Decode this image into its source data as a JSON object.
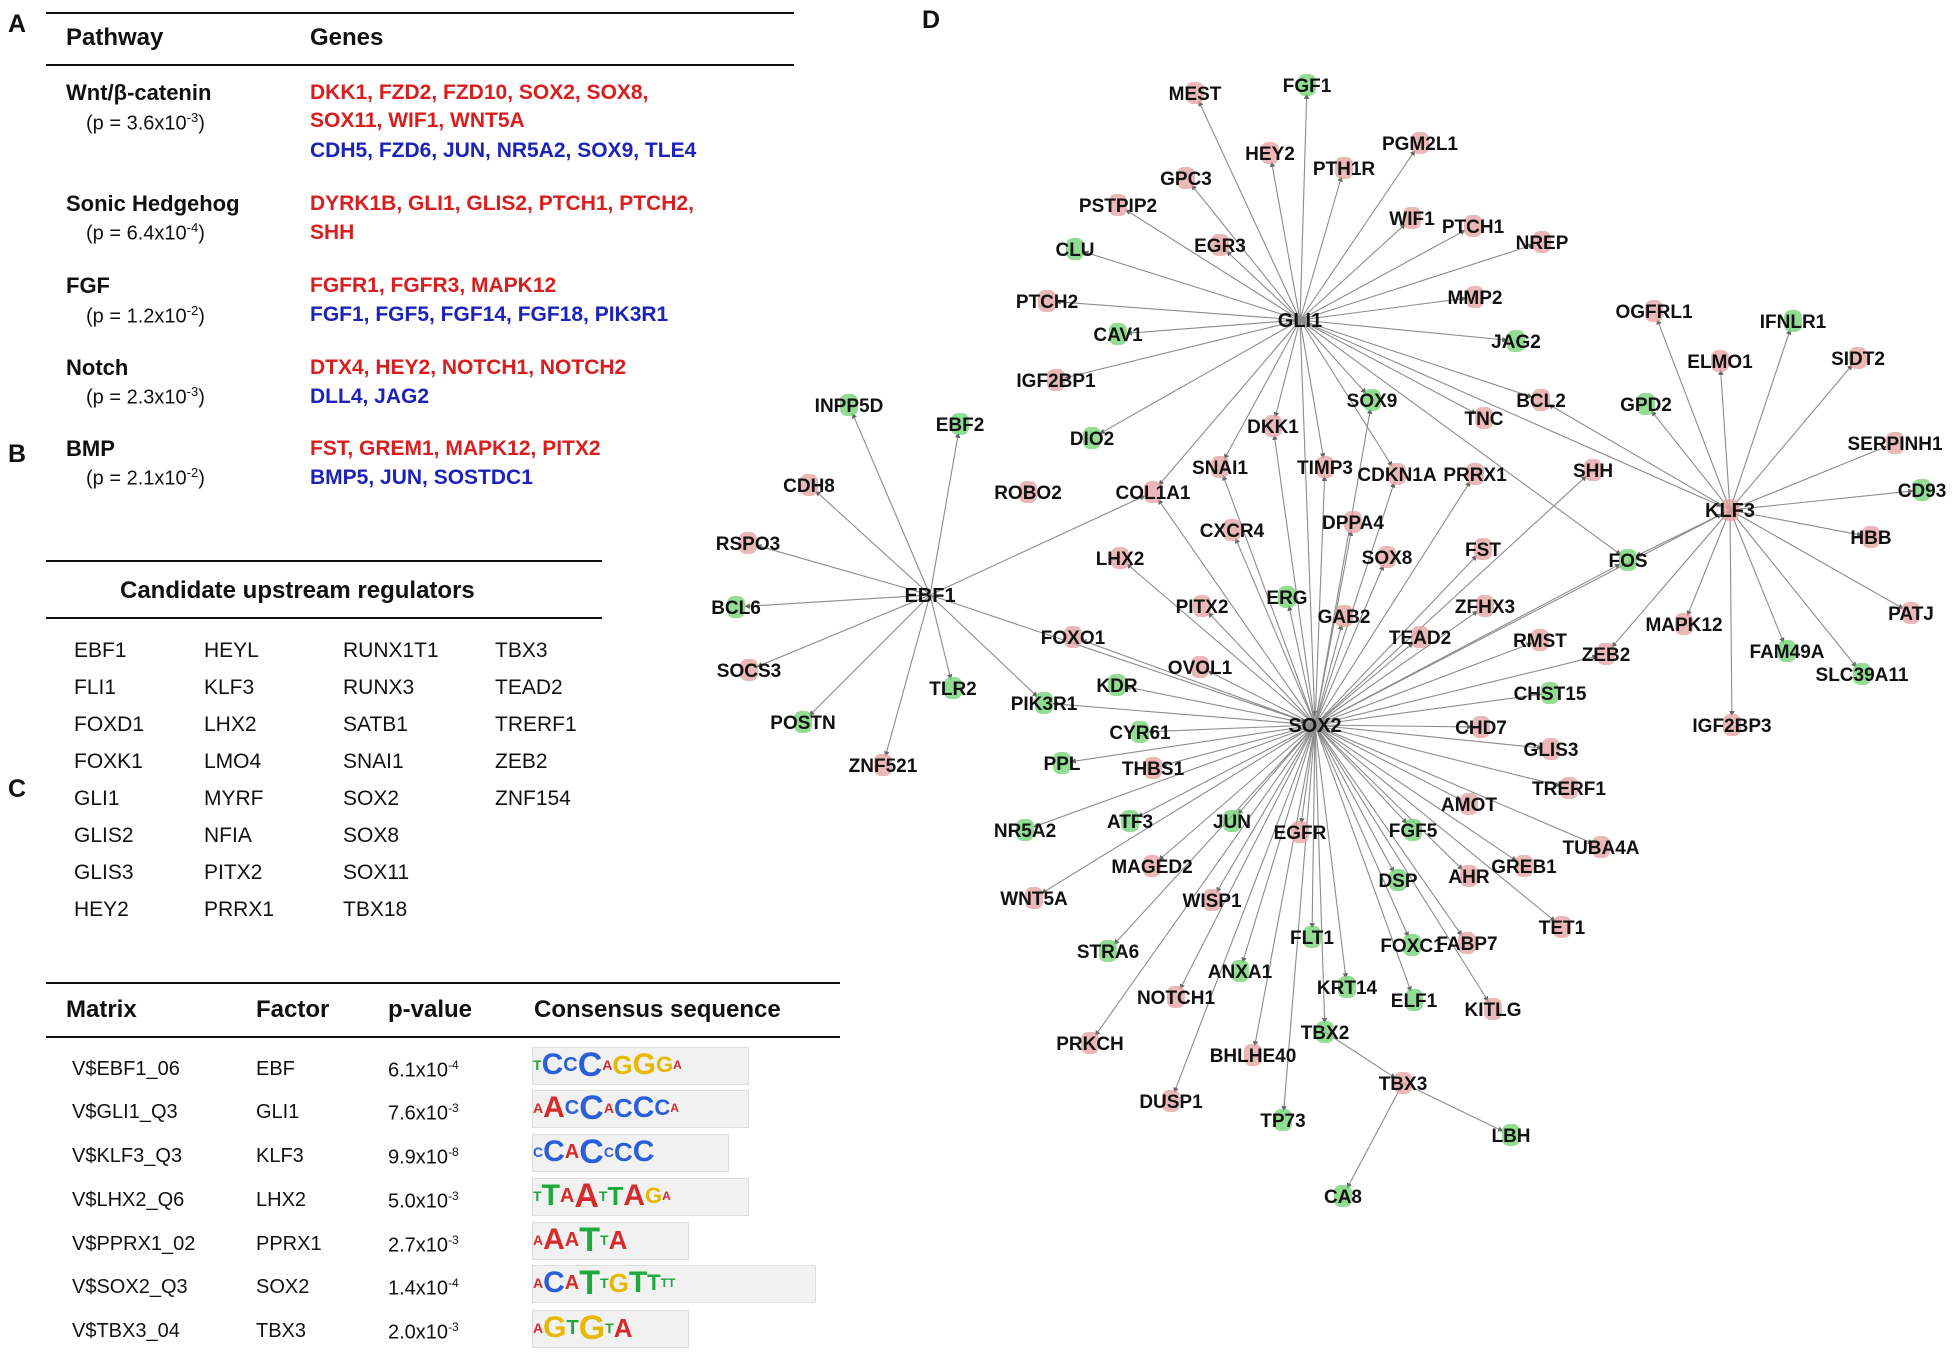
{
  "panels": {
    "a": "A",
    "b": "B",
    "c": "C",
    "d": "D"
  },
  "pathways": {
    "header": {
      "pathway": "Pathway",
      "genes": "Genes"
    },
    "rows": [
      {
        "name": "Wnt/β-catenin",
        "p": "(p = 3.6x10",
        "exp": "-3",
        "close": ")",
        "lines": [
          {
            "color": "red",
            "text": "DKK1, FZD2, FZD10, SOX2, SOX8,"
          },
          {
            "color": "red",
            "text": "SOX11, WIF1, WNT5A"
          },
          {
            "color": "blue",
            "text": "CDH5, FZD6, JUN, NR5A2, SOX9, TLE4"
          }
        ]
      },
      {
        "name": "Sonic Hedgehog",
        "p": "(p = 6.4x10",
        "exp": "-4",
        "close": ")",
        "lines": [
          {
            "color": "red",
            "text": "DYRK1B, GLI1, GLIS2, PTCH1, PTCH2,"
          },
          {
            "color": "red",
            "text": "SHH"
          }
        ]
      },
      {
        "name": "FGF",
        "p": "(p = 1.2x10",
        "exp": "-2",
        "close": ")",
        "lines": [
          {
            "color": "red",
            "text": "FGFR1, FGFR3, MAPK12"
          },
          {
            "color": "blue",
            "text": "FGF1, FGF5, FGF14, FGF18, PIK3R1"
          }
        ]
      },
      {
        "name": "Notch",
        "p": "(p = 2.3x10",
        "exp": "-3",
        "close": ")",
        "lines": [
          {
            "color": "red",
            "text": "DTX4, HEY2, NOTCH1, NOTCH2"
          },
          {
            "color": "blue",
            "text": "DLL4, JAG2"
          }
        ]
      },
      {
        "name": "BMP",
        "p": "(p = 2.1x10",
        "exp": "-2",
        "close": ")",
        "lines": [
          {
            "color": "red",
            "text": "FST, GREM1, MAPK12, PITX2"
          },
          {
            "color": "blue",
            "text": "BMP5, JUN, SOSTDC1"
          }
        ]
      }
    ]
  },
  "regulators": {
    "title": "Candidate upstream regulators",
    "columns": [
      [
        "EBF1",
        "FLI1",
        "FOXD1",
        "FOXK1",
        "GLI1",
        "GLIS2",
        "GLIS3",
        "HEY2"
      ],
      [
        "HEYL",
        "KLF3",
        "LHX2",
        "LMO4",
        "MYRF",
        "NFIA",
        "PITX2",
        "PRRX1"
      ],
      [
        "RUNX1T1",
        "RUNX3",
        "SATB1",
        "SNAI1",
        "SOX2",
        "SOX8",
        "SOX11",
        "TBX18"
      ],
      [
        "TBX3",
        "TEAD2",
        "TRERF1",
        "ZEB2",
        "ZNF154"
      ]
    ]
  },
  "motifs": {
    "header": {
      "matrix": "Matrix",
      "factor": "Factor",
      "pvalue": "p-value",
      "consensus": "Consensus sequence"
    },
    "rows": [
      {
        "matrix": "V$EBF1_06",
        "factor": "EBF",
        "p": "6.1x10",
        "exp": "-4",
        "logo": "TCCCAGGGA"
      },
      {
        "matrix": "V$GLI1_Q3",
        "factor": "GLI1",
        "p": "7.6x10",
        "exp": "-3",
        "logo": "AACCACCCA"
      },
      {
        "matrix": "V$KLF3_Q3",
        "factor": "KLF3",
        "p": "9.9x10",
        "exp": "-8",
        "logo": "CCACCCC"
      },
      {
        "matrix": "V$LHX2_Q6",
        "factor": "LHX2",
        "p": "5.0x10",
        "exp": "-3",
        "logo": "TTAATTAGA"
      },
      {
        "matrix": "V$PPRX1_02",
        "factor": "PPRX1",
        "p": "2.7x10",
        "exp": "-3",
        "logo": "AAATTA"
      },
      {
        "matrix": "V$SOX2_Q3",
        "factor": "SOX2",
        "p": "1.4x10",
        "exp": "-4",
        "logo": "ACATTGTTTT"
      },
      {
        "matrix": "V$TBX3_04",
        "factor": "TBX3",
        "p": "2.0x10",
        "exp": "-3",
        "logo": "AGTGTA"
      }
    ]
  },
  "network": {
    "colors": {
      "edge": "#8c8c8c",
      "up": "#e3a0a0",
      "down": "#6fd06f"
    },
    "nodes": [
      {
        "id": "GLI1",
        "hub": true
      },
      {
        "id": "SOX2",
        "hub": true
      },
      {
        "id": "EBF1",
        "hub": true
      },
      {
        "id": "KLF3",
        "hub": true,
        "reg": "up"
      },
      {
        "id": "MEST",
        "reg": "up"
      },
      {
        "id": "FGF1",
        "reg": "down"
      },
      {
        "id": "HEY2",
        "reg": "up"
      },
      {
        "id": "PTH1R",
        "reg": "up"
      },
      {
        "id": "PGM2L1",
        "reg": "up"
      },
      {
        "id": "GPC3",
        "reg": "up"
      },
      {
        "id": "PSTPIP2",
        "reg": "up"
      },
      {
        "id": "EGR3",
        "reg": "up"
      },
      {
        "id": "WIF1",
        "reg": "up"
      },
      {
        "id": "PTCH1",
        "reg": "up"
      },
      {
        "id": "NREP",
        "reg": "up"
      },
      {
        "id": "CLU",
        "reg": "down"
      },
      {
        "id": "MMP2",
        "reg": "up"
      },
      {
        "id": "PTCH2",
        "reg": "up"
      },
      {
        "id": "JAG2",
        "reg": "down"
      },
      {
        "id": "CAV1",
        "reg": "down"
      },
      {
        "id": "IGF2BP1",
        "reg": "up"
      },
      {
        "id": "SOX9",
        "reg": "down"
      },
      {
        "id": "TNC",
        "reg": "up"
      },
      {
        "id": "BCL2",
        "reg": "up"
      },
      {
        "id": "DKK1",
        "reg": "up"
      },
      {
        "id": "DIO2",
        "reg": "down"
      },
      {
        "id": "SNAI1",
        "reg": "up"
      },
      {
        "id": "TIMP3",
        "reg": "up"
      },
      {
        "id": "CDKN1A",
        "reg": "up"
      },
      {
        "id": "PRRX1",
        "reg": "up"
      },
      {
        "id": "SHH",
        "reg": "up"
      },
      {
        "id": "COL1A1",
        "reg": "up"
      },
      {
        "id": "ROBO2",
        "reg": "up"
      },
      {
        "id": "CXCR4",
        "reg": "up"
      },
      {
        "id": "DPPA4",
        "reg": "up"
      },
      {
        "id": "LHX2",
        "reg": "up"
      },
      {
        "id": "SOX8",
        "reg": "up"
      },
      {
        "id": "FST",
        "reg": "up"
      },
      {
        "id": "FOS",
        "reg": "down"
      },
      {
        "id": "ERG",
        "reg": "down"
      },
      {
        "id": "PITX2",
        "reg": "up"
      },
      {
        "id": "GAB2",
        "reg": "up"
      },
      {
        "id": "ZFHX3",
        "reg": "up"
      },
      {
        "id": "TEAD2",
        "reg": "up"
      },
      {
        "id": "RMST",
        "reg": "up"
      },
      {
        "id": "ZEB2",
        "reg": "up"
      },
      {
        "id": "FOXO1",
        "reg": "up"
      },
      {
        "id": "OVOL1",
        "reg": "up"
      },
      {
        "id": "KDR",
        "reg": "down"
      },
      {
        "id": "PIK3R1",
        "reg": "down"
      },
      {
        "id": "CHST15",
        "reg": "down"
      },
      {
        "id": "CHD7",
        "reg": "up"
      },
      {
        "id": "CYR61",
        "reg": "down"
      },
      {
        "id": "PPL",
        "reg": "down"
      },
      {
        "id": "THBS1",
        "reg": "up"
      },
      {
        "id": "GLIS3",
        "reg": "up"
      },
      {
        "id": "TRERF1",
        "reg": "up"
      },
      {
        "id": "AMOT",
        "reg": "up"
      },
      {
        "id": "NR5A2",
        "reg": "down"
      },
      {
        "id": "ATF3",
        "reg": "down"
      },
      {
        "id": "JUN",
        "reg": "down"
      },
      {
        "id": "EGFR",
        "reg": "up"
      },
      {
        "id": "FGF5",
        "reg": "down"
      },
      {
        "id": "TUBA4A",
        "reg": "up"
      },
      {
        "id": "MAGED2",
        "reg": "up"
      },
      {
        "id": "GREB1",
        "reg": "up"
      },
      {
        "id": "AHR",
        "reg": "up"
      },
      {
        "id": "WNT5A",
        "reg": "up"
      },
      {
        "id": "DSP",
        "reg": "down"
      },
      {
        "id": "WISP1",
        "reg": "up"
      },
      {
        "id": "TET1",
        "reg": "up"
      },
      {
        "id": "FABP7",
        "reg": "up"
      },
      {
        "id": "STRA6",
        "reg": "down"
      },
      {
        "id": "FLT1",
        "reg": "down"
      },
      {
        "id": "FOXC1",
        "reg": "down"
      },
      {
        "id": "ANXA1",
        "reg": "down"
      },
      {
        "id": "NOTCH1",
        "reg": "up"
      },
      {
        "id": "KRT14",
        "reg": "down"
      },
      {
        "id": "ELF1",
        "reg": "down"
      },
      {
        "id": "KITLG",
        "reg": "up"
      },
      {
        "id": "PRKCH",
        "reg": "up"
      },
      {
        "id": "TBX2",
        "reg": "down"
      },
      {
        "id": "BHLHE40",
        "reg": "up"
      },
      {
        "id": "TBX3",
        "reg": "up"
      },
      {
        "id": "DUSP1",
        "reg": "up"
      },
      {
        "id": "TP73",
        "reg": "down"
      },
      {
        "id": "LBH",
        "reg": "down"
      },
      {
        "id": "CA8",
        "reg": "down"
      },
      {
        "id": "INPP5D",
        "reg": "down"
      },
      {
        "id": "EBF2",
        "reg": "down"
      },
      {
        "id": "CDH8",
        "reg": "up"
      },
      {
        "id": "RSPO3",
        "reg": "up"
      },
      {
        "id": "BCL6",
        "reg": "down"
      },
      {
        "id": "SOCS3",
        "reg": "up"
      },
      {
        "id": "TLR2",
        "reg": "down"
      },
      {
        "id": "POSTN",
        "reg": "down"
      },
      {
        "id": "ZNF521",
        "reg": "up"
      },
      {
        "id": "OGFRL1",
        "reg": "up"
      },
      {
        "id": "IFNLR1",
        "reg": "down"
      },
      {
        "id": "ELMO1",
        "reg": "up"
      },
      {
        "id": "SIDT2",
        "reg": "up"
      },
      {
        "id": "GPD2",
        "reg": "down"
      },
      {
        "id": "SERPINH1",
        "reg": "up"
      },
      {
        "id": "CD93",
        "reg": "down"
      },
      {
        "id": "HBB",
        "reg": "up"
      },
      {
        "id": "PATJ",
        "reg": "up"
      },
      {
        "id": "MAPK12",
        "reg": "up"
      },
      {
        "id": "FAM49A",
        "reg": "down"
      },
      {
        "id": "SLC39A11",
        "reg": "down"
      },
      {
        "id": "IGF2BP3",
        "reg": "up"
      }
    ],
    "edges": [
      [
        "GLI1",
        "MEST"
      ],
      [
        "GLI1",
        "FGF1"
      ],
      [
        "GLI1",
        "HEY2"
      ],
      [
        "GLI1",
        "PTH1R"
      ],
      [
        "GLI1",
        "PGM2L1"
      ],
      [
        "GLI1",
        "GPC3"
      ],
      [
        "GLI1",
        "PSTPIP2"
      ],
      [
        "GLI1",
        "EGR3"
      ],
      [
        "GLI1",
        "WIF1"
      ],
      [
        "GLI1",
        "PTCH1"
      ],
      [
        "GLI1",
        "NREP"
      ],
      [
        "GLI1",
        "CLU"
      ],
      [
        "GLI1",
        "MMP2"
      ],
      [
        "GLI1",
        "PTCH2"
      ],
      [
        "GLI1",
        "JAG2"
      ],
      [
        "GLI1",
        "CAV1"
      ],
      [
        "GLI1",
        "IGF2BP1"
      ],
      [
        "GLI1",
        "SOX9"
      ],
      [
        "GLI1",
        "TNC"
      ],
      [
        "GLI1",
        "BCL2"
      ],
      [
        "GLI1",
        "DKK1"
      ],
      [
        "GLI1",
        "DIO2"
      ],
      [
        "GLI1",
        "SNAI1"
      ],
      [
        "GLI1",
        "TIMP3"
      ],
      [
        "GLI1",
        "CDKN1A"
      ],
      [
        "GLI1",
        "COL1A1"
      ],
      [
        "GLI1",
        "SOX2"
      ],
      [
        "GLI1",
        "KLF3"
      ],
      [
        "GLI1",
        "FOS"
      ],
      [
        "SOX2",
        "PRRX1"
      ],
      [
        "SOX2",
        "SHH"
      ],
      [
        "SOX2",
        "CXCR4"
      ],
      [
        "SOX2",
        "DPPA4"
      ],
      [
        "SOX2",
        "LHX2"
      ],
      [
        "SOX2",
        "SOX8"
      ],
      [
        "SOX2",
        "FST"
      ],
      [
        "SOX2",
        "FOS"
      ],
      [
        "SOX2",
        "ERG"
      ],
      [
        "SOX2",
        "PITX2"
      ],
      [
        "SOX2",
        "GAB2"
      ],
      [
        "SOX2",
        "ZFHX3"
      ],
      [
        "SOX2",
        "TEAD2"
      ],
      [
        "SOX2",
        "RMST"
      ],
      [
        "SOX2",
        "ZEB2"
      ],
      [
        "SOX2",
        "FOXO1"
      ],
      [
        "SOX2",
        "OVOL1"
      ],
      [
        "SOX2",
        "KDR"
      ],
      [
        "SOX2",
        "PIK3R1"
      ],
      [
        "SOX2",
        "CHST15"
      ],
      [
        "SOX2",
        "CHD7"
      ],
      [
        "SOX2",
        "CYR61"
      ],
      [
        "SOX2",
        "PPL"
      ],
      [
        "SOX2",
        "THBS1"
      ],
      [
        "SOX2",
        "GLIS3"
      ],
      [
        "SOX2",
        "TRERF1"
      ],
      [
        "SOX2",
        "AMOT"
      ],
      [
        "SOX2",
        "NR5A2"
      ],
      [
        "SOX2",
        "ATF3"
      ],
      [
        "SOX2",
        "JUN"
      ],
      [
        "SOX2",
        "EGFR"
      ],
      [
        "SOX2",
        "FGF5"
      ],
      [
        "SOX2",
        "TUBA4A"
      ],
      [
        "SOX2",
        "MAGED2"
      ],
      [
        "SOX2",
        "GREB1"
      ],
      [
        "SOX2",
        "AHR"
      ],
      [
        "SOX2",
        "WNT5A"
      ],
      [
        "SOX2",
        "DSP"
      ],
      [
        "SOX2",
        "WISP1"
      ],
      [
        "SOX2",
        "TET1"
      ],
      [
        "SOX2",
        "FABP7"
      ],
      [
        "SOX2",
        "STRA6"
      ],
      [
        "SOX2",
        "FLT1"
      ],
      [
        "SOX2",
        "FOXC1"
      ],
      [
        "SOX2",
        "ANXA1"
      ],
      [
        "SOX2",
        "NOTCH1"
      ],
      [
        "SOX2",
        "KRT14"
      ],
      [
        "SOX2",
        "ELF1"
      ],
      [
        "SOX2",
        "KITLG"
      ],
      [
        "SOX2",
        "PRKCH"
      ],
      [
        "SOX2",
        "TBX2"
      ],
      [
        "SOX2",
        "BHLHE40"
      ],
      [
        "SOX2",
        "DUSP1"
      ],
      [
        "SOX2",
        "TP73"
      ],
      [
        "SOX2",
        "SOX9"
      ],
      [
        "SOX2",
        "TIMP3"
      ],
      [
        "SOX2",
        "CDKN1A"
      ],
      [
        "SOX2",
        "DKK1"
      ],
      [
        "SOX2",
        "COL1A1"
      ],
      [
        "SOX2",
        "SNAI1"
      ],
      [
        "SOX2",
        "KLF3"
      ],
      [
        "TBX2",
        "TBX3"
      ],
      [
        "TBX3",
        "LBH"
      ],
      [
        "TBX3",
        "CA8"
      ],
      [
        "EBF1",
        "INPP5D"
      ],
      [
        "EBF1",
        "EBF2"
      ],
      [
        "EBF1",
        "CDH8"
      ],
      [
        "EBF1",
        "RSPO3"
      ],
      [
        "EBF1",
        "BCL6"
      ],
      [
        "EBF1",
        "SOCS3"
      ],
      [
        "EBF1",
        "TLR2"
      ],
      [
        "EBF1",
        "POSTN"
      ],
      [
        "EBF1",
        "ZNF521"
      ],
      [
        "EBF1",
        "COL1A1"
      ],
      [
        "EBF1",
        "SOX2"
      ],
      [
        "EBF1",
        "PIK3R1"
      ],
      [
        "KLF3",
        "OGFRL1"
      ],
      [
        "KLF3",
        "IFNLR1"
      ],
      [
        "KLF3",
        "ELMO1"
      ],
      [
        "KLF3",
        "SIDT2"
      ],
      [
        "KLF3",
        "GPD2"
      ],
      [
        "KLF3",
        "SERPINH1"
      ],
      [
        "KLF3",
        "CD93"
      ],
      [
        "KLF3",
        "HBB"
      ],
      [
        "KLF3",
        "PATJ"
      ],
      [
        "KLF3",
        "MAPK12"
      ],
      [
        "KLF3",
        "FAM49A"
      ],
      [
        "KLF3",
        "SLC39A11"
      ],
      [
        "KLF3",
        "IGF2BP3"
      ],
      [
        "KLF3",
        "ZEB2"
      ],
      [
        "KLF3",
        "FOS"
      ],
      [
        "KLF3",
        "BCL2"
      ]
    ]
  }
}
